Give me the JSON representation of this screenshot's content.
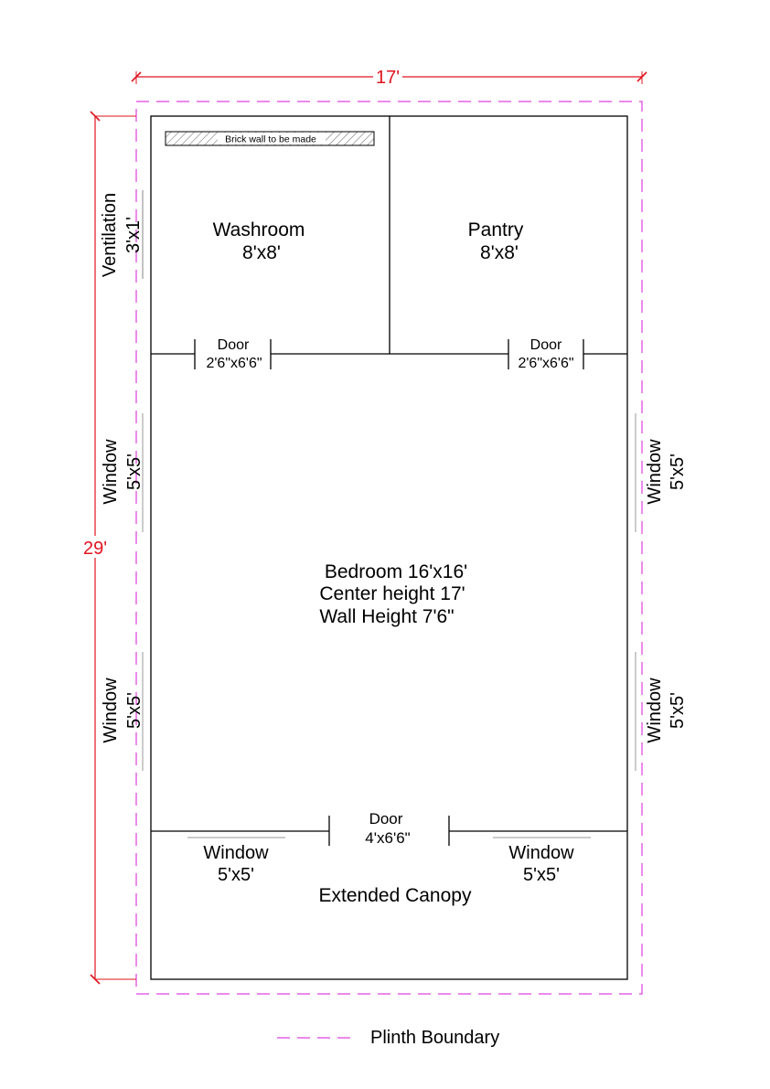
{
  "colors": {
    "dimension": "#e0141e",
    "plinth": "#e040e0",
    "wall": "#000000",
    "opening": "#aaaaaa",
    "hatch": "#777777"
  },
  "dimensions": {
    "width": "17'",
    "length": "29'"
  },
  "rooms": {
    "washroom": {
      "name": "Washroom",
      "size": "8'x8'"
    },
    "pantry": {
      "name": "Pantry",
      "size": "8'x8'"
    },
    "bedroom": {
      "line1": "Bedroom 16'x16'",
      "line2": "Center height 17'",
      "line3": "Wall Height 7'6\""
    },
    "canopy": "Extended Canopy"
  },
  "brick_wall_note": "Brick wall to be made",
  "ventilation": {
    "name": "Ventilation",
    "size": "3'x1'"
  },
  "doors": {
    "washroom": {
      "name": "Door",
      "size": "2'6\"x6'6\""
    },
    "pantry": {
      "name": "Door",
      "size": "2'6\"x6'6\""
    },
    "main": {
      "name": "Door",
      "size": "4'x6'6\""
    }
  },
  "windows": {
    "left_upper": {
      "name": "Window",
      "size": "5'x5'"
    },
    "left_lower": {
      "name": "Window",
      "size": "5'x5'"
    },
    "right_upper": {
      "name": "Window",
      "size": "5'x5'"
    },
    "right_lower": {
      "name": "Window",
      "size": "5'x5'"
    },
    "bottom_left": {
      "name": "Window",
      "size": "5'x5'"
    },
    "bottom_right": {
      "name": "Window",
      "size": "5'x5'"
    }
  },
  "legend": {
    "plinth_label": "Plinth Boundary"
  }
}
